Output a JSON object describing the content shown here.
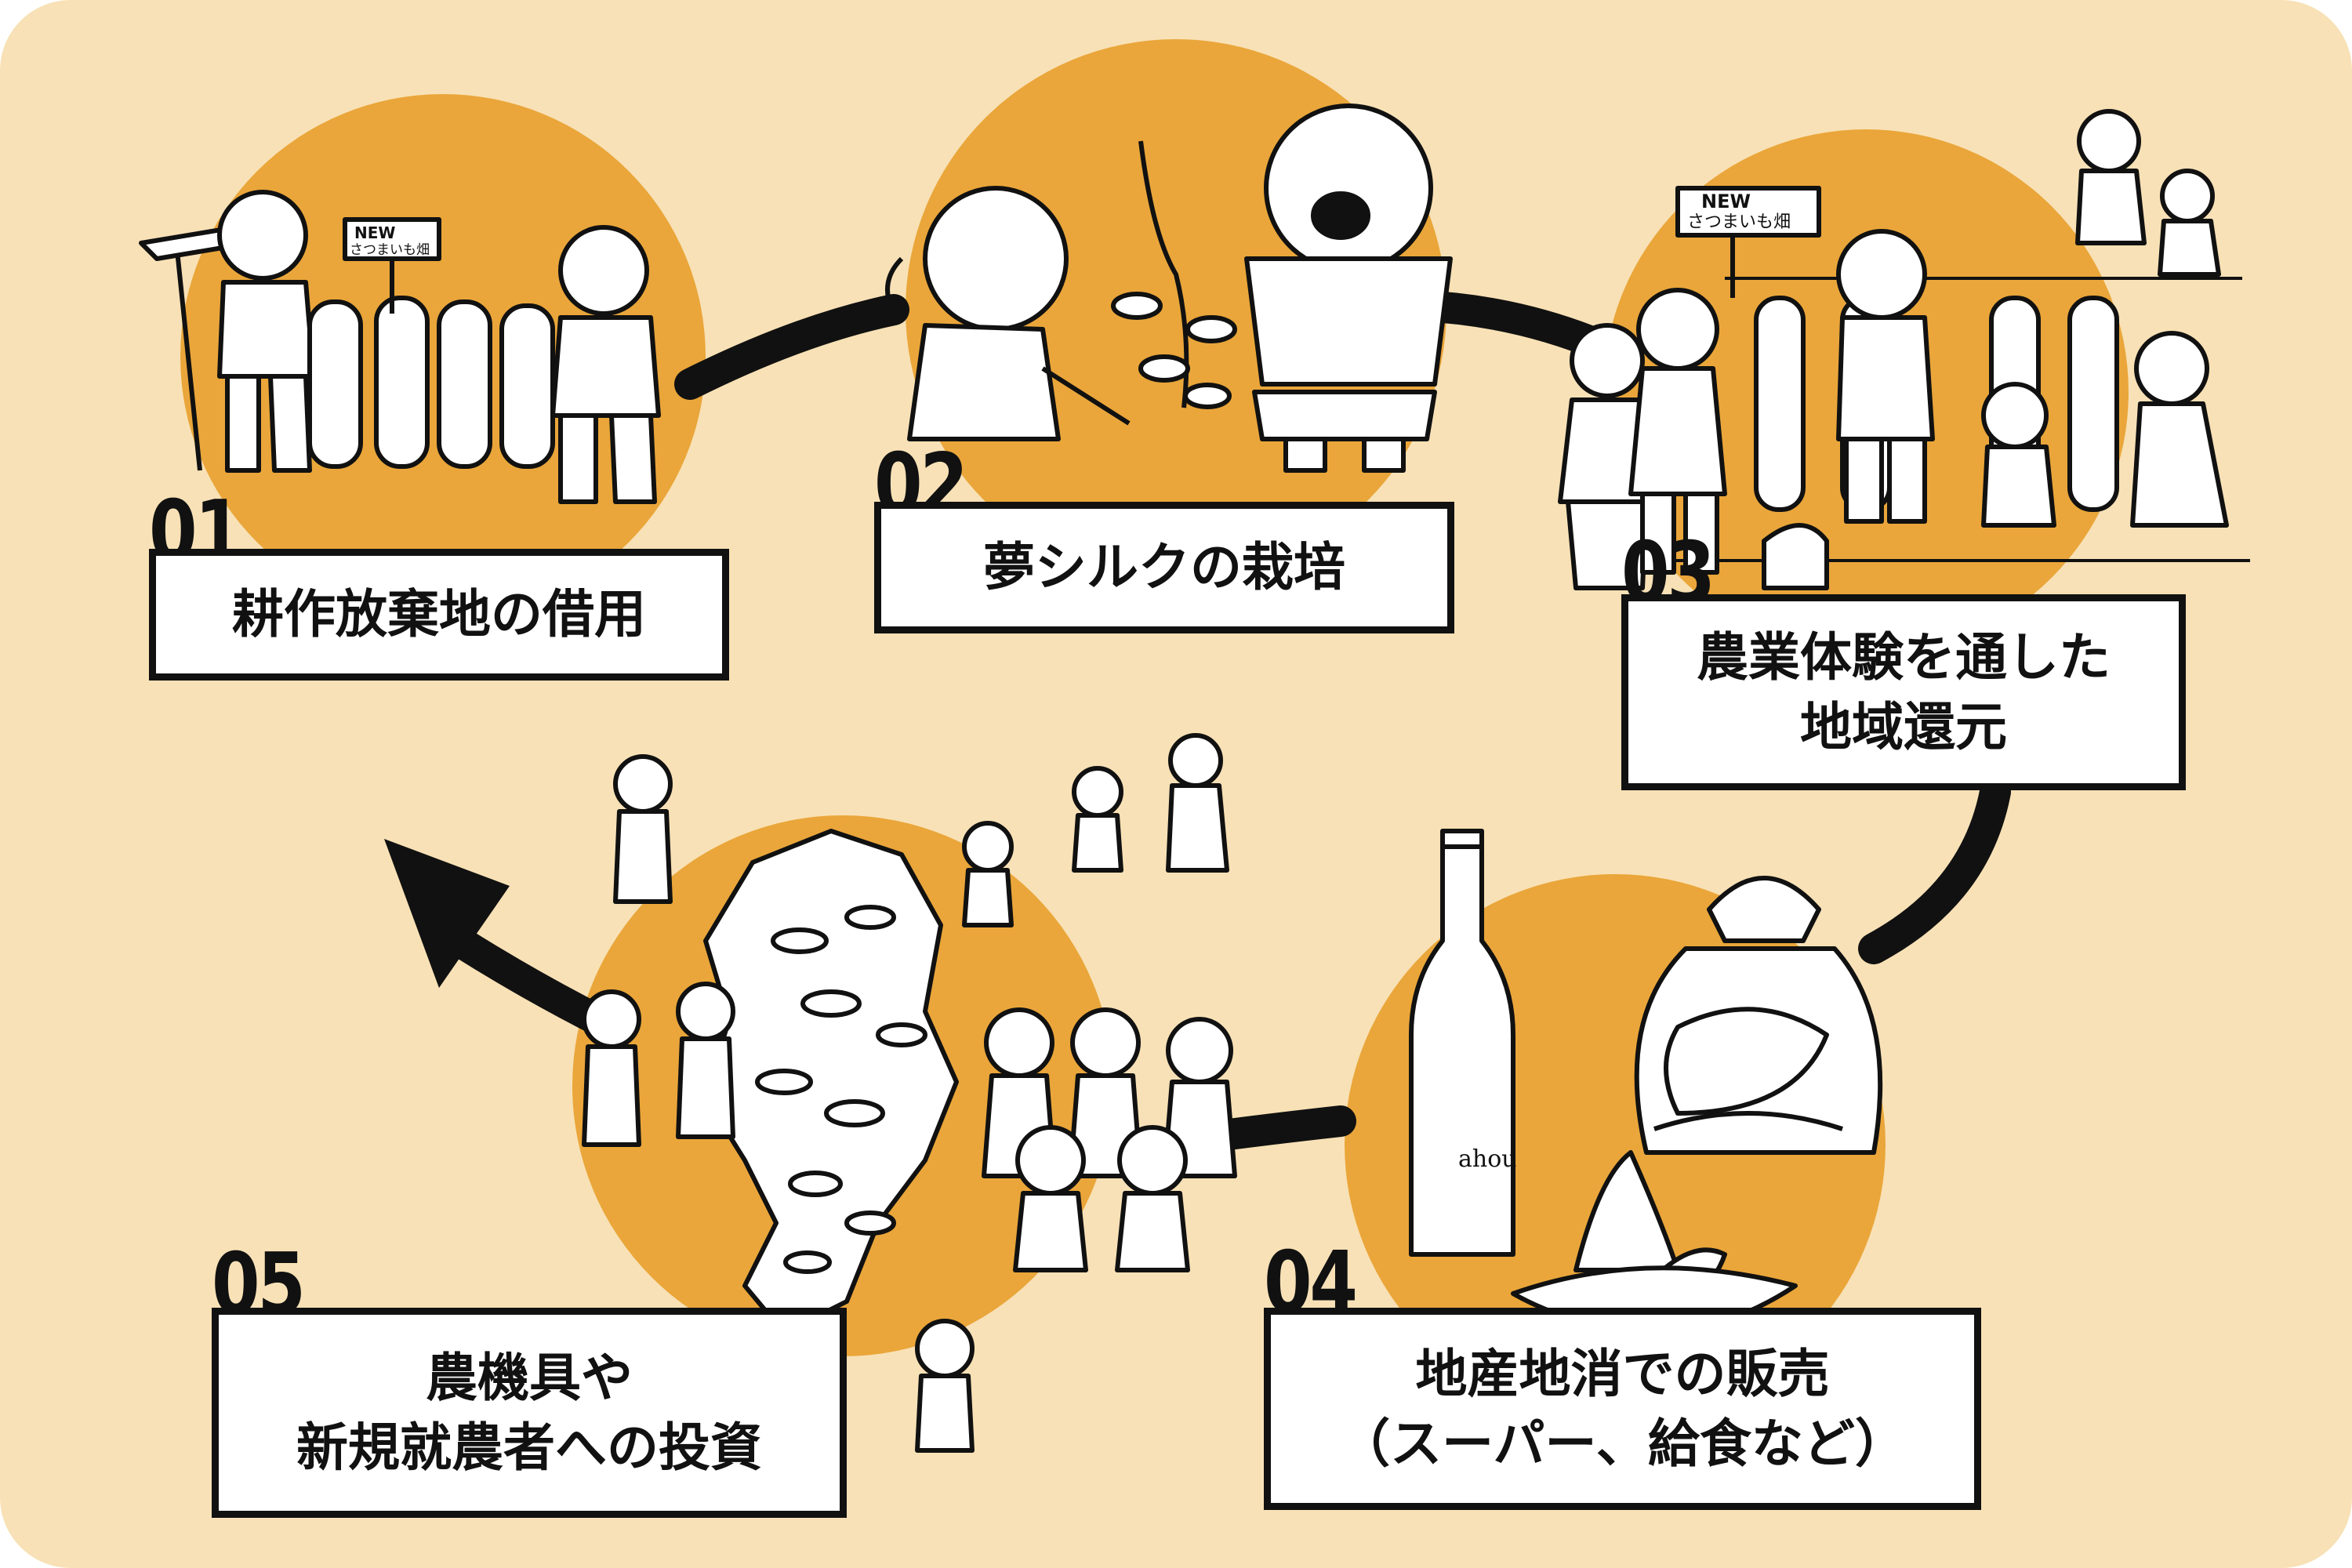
{
  "steps": [
    {
      "number": "01",
      "label_lines": [
        "耕作放棄地の借用"
      ]
    },
    {
      "number": "02",
      "label_lines": [
        "夢シルクの栽培"
      ]
    },
    {
      "number": "03",
      "label_lines": [
        "農業体験を通した",
        "地域還元"
      ]
    },
    {
      "number": "04",
      "label_lines": [
        "地産地消での販売",
        "（スーパー、給食など）"
      ]
    },
    {
      "number": "05",
      "label_lines": [
        "農機具や",
        "新規就農者への投資"
      ]
    }
  ],
  "signs": {
    "step01_sign": [
      "NEW",
      "さつまいも畑"
    ],
    "step03_sign": [
      "NEW",
      "さつまいも畑"
    ]
  },
  "bottle_label": "ahou",
  "colors": {
    "background": "#f8e1b6",
    "circle": "#eaa63a",
    "ink": "#111111",
    "label_bg": "#ffffff"
  }
}
